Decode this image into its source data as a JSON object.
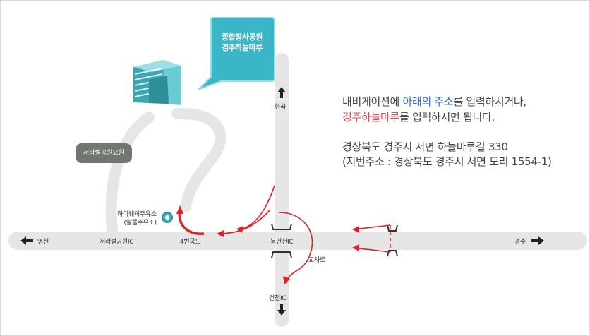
{
  "destination": {
    "line1": "종합장사공원",
    "line2": "경주하늘마루"
  },
  "park_label": "서라벌공원묘원",
  "gas_station": {
    "line1": "하이웨이주유소",
    "line2": "(알뜰주유소)"
  },
  "roads": {
    "left_arrow_dest": "영천",
    "right_arrow_dest": "경주",
    "up_arrow_dest": "현곡",
    "down_arrow_dest": "건천IC",
    "ic_west": "서라벌공원IC",
    "national_road": "4번국도",
    "ic_center": "북건천IC",
    "overpass": "교차로"
  },
  "info": {
    "line1_pre": "내비게이션에 ",
    "line1_highlight": "아래의 주소",
    "line1_post": "를 입력하시거나,",
    "line2_highlight": "경주하늘마루",
    "line2_post": "를 입력하시면 됩니다.",
    "address": "경상북도 경주시 서면 하늘마루길 330",
    "jibun_address": "(지번주소 : 경상북도 경주시 서면 도리 1554-1)"
  },
  "colors": {
    "road": "#e6e6e6",
    "route": "#e01f26",
    "bubble": "#3bb6c6",
    "park": "#6f776e",
    "building": "#3aa7b3"
  }
}
